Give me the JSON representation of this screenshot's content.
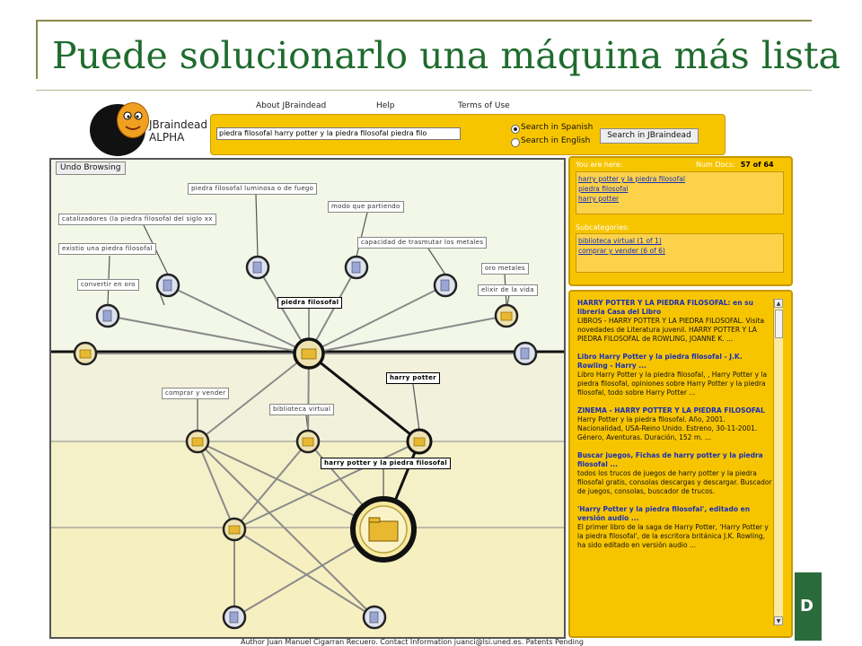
{
  "slide": {
    "title": "Puede solucionarlo una máquina más lista"
  },
  "app": {
    "name_line1": "JBraindead",
    "name_line2": "ALPHA"
  },
  "topnav": [
    "About JBraindead",
    "Help",
    "Terms of Use"
  ],
  "search": {
    "query": "piedra filosofal harry potter y la piedra filosofal piedra filo",
    "options": [
      {
        "label": "Search in Spanish",
        "selected": true
      },
      {
        "label": "Search in English",
        "selected": false
      }
    ],
    "button": "Search in JBraindead"
  },
  "graph": {
    "undo_button": "Undo Browsing",
    "labels": [
      "piedra filosofal luminosa o de fuego",
      "catalizadores (la piedra filosofal del siglo xx",
      "modo que partiendo",
      "existio una piedra filosofal",
      "capacidad de trasmutar los metales",
      "oro metales",
      "convertir en oro",
      "piedra filosofal",
      "elixir de la vida",
      "harry potter",
      "comprar y vender",
      "biblioteca virtual",
      "harry potter y la piedra filosofal"
    ]
  },
  "breadcrumb": {
    "you_are_here": "You are here:",
    "num_docs_label": "Num Docs:",
    "num_docs_value": "57 of 64",
    "path": [
      "harry potter y la piedra filosofal",
      "piedra filosofal",
      "harry potter"
    ],
    "subcategories_label": "Subcategories:",
    "subcategories": [
      "biblioteca virtual (1 of 1)",
      "comprar y vender (6 of 6)"
    ]
  },
  "results": [
    {
      "title": "HARRY POTTER Y LA PIEDRA FILOSOFAL: en su libreria Casa del Libro",
      "snippet": "LIBROS - HARRY POTTER Y LA PIEDRA FILOSOFAL. Visita novedades de Literatura juvenil.   HARRY POTTER Y LA PIEDRA FILOSOFAL de ROWLING, JOANNE K. ..."
    },
    {
      "title": "Libro Harry Potter y la piedra filosofal - J.K. Rowling - Harry ...",
      "snippet": "Libro Harry Potter y la piedra filosofal, , Harry Potter y la piedra filosofal,   opiniones sobre Harry Potter y la piedra filosofal, todo sobre Harry Potter ..."
    },
    {
      "title": "ZINEMA - HARRY POTTER Y LA PIEDRA FILOSOFAL",
      "snippet": "Harry Potter y la piedra filosofal. Año, 2001. Nacionalidad, USA-Reino Unido.  Estreno, 30-11-2001. Género, Aventuras. Duración, 152 m. ..."
    },
    {
      "title": "Buscar juegos, Fichas de harry potter y la piedra filosofal ...",
      "snippet": "todos los trucos de juegos de harry potter y la piedra filosofal gratis, consolas  descargas y descargar. Buscador de juegos, consolas, buscador de trucos."
    },
    {
      "title": "'Harry Potter y la piedra filosofal', editado en versión audio ...",
      "snippet": "El primer libro de la saga de Harry Potter, 'Harry Potter y la piedra filosofal',   de la escritora británica J.K. Rowling, ha sido editado en versión audio ..."
    }
  ],
  "footer": "Author Juan Manuel Cigarran Recuero. Contact Information juanci@lsi.uned.es. Patents Pending",
  "side_tab": "D",
  "colors": {
    "title_green": "#1f6b2e",
    "panel_yellow": "#f7c500",
    "link_blue": "#1a2fb8"
  }
}
